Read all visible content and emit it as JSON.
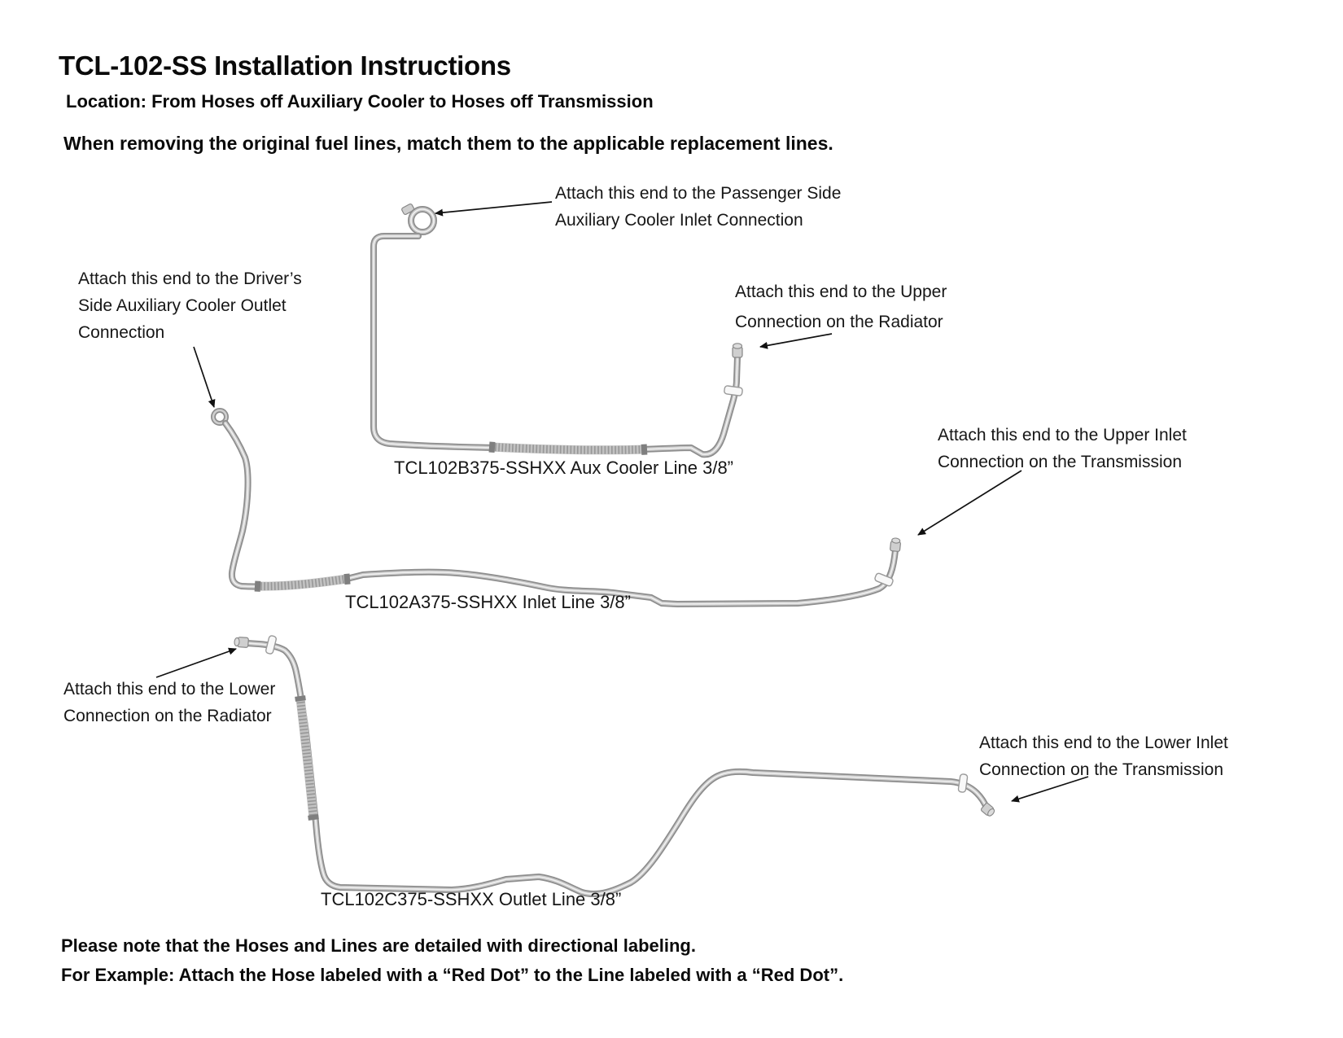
{
  "page": {
    "title": "TCL-102-SS Installation Instructions",
    "location_line": "Location: From Hoses off Auxiliary Cooler to Hoses off Transmission",
    "intro_line": "When removing the original fuel lines, match them to the applicable replacement lines.",
    "footer_line1": "Please note that the Hoses and Lines are detailed with directional labeling.",
    "footer_line2": "For Example: Attach the Hose labeled with a “Red Dot” to the Line labeled with a “Red Dot”."
  },
  "annotations": {
    "passenger": {
      "lines": [
        "Attach this end to the Passenger Side",
        "Auxiliary Cooler Inlet Connection"
      ]
    },
    "driver": {
      "lines": [
        "Attach this end to the Driver’s",
        "Side Auxiliary Cooler Outlet",
        "Connection"
      ]
    },
    "upper_radiator": {
      "lines": [
        "Attach this end to the Upper",
        "Connection on the Radiator"
      ]
    },
    "upper_inlet": {
      "lines": [
        "Attach this end to the Upper Inlet",
        "Connection on the Transmission"
      ]
    },
    "lower_radiator": {
      "lines": [
        "Attach this end to the Lower",
        "Connection on the Radiator"
      ]
    },
    "lower_inlet": {
      "lines": [
        "Attach this end to the Lower Inlet",
        "Connection on the Transmission"
      ]
    }
  },
  "line_labels": {
    "aux_cooler": "TCL102B375-SSHXX Aux Cooler Line 3/8”",
    "inlet": "TCL102A375-SSHXX Inlet Line 3/8”",
    "outlet": "TCL102C375-SSHXX Outlet Line 3/8”"
  },
  "colors": {
    "background": "#ffffff",
    "text": "#111111",
    "tube_outline": "#8d8d8d",
    "tube_mid": "#c9c9c9",
    "tube_highlight": "#f1f1f1",
    "braid": "#8f8f8f",
    "clip_fill": "#f8f8f8",
    "arrow": "#111111"
  }
}
